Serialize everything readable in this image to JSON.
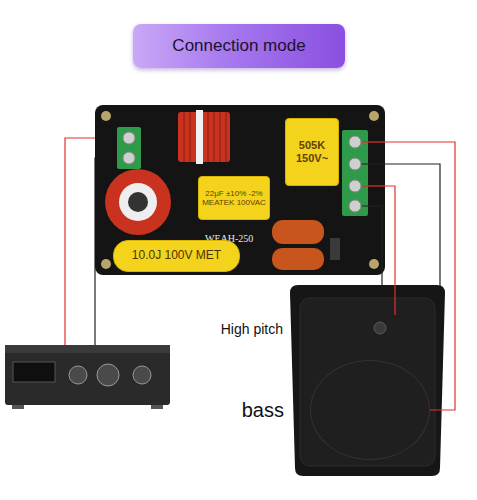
{
  "diagram": {
    "title": "Connection mode",
    "nodes": [
      {
        "text": [
          "WEAH-250"
        ]
      },
      {
        "text": [
          "505K 150V~"
        ],
        "in": 0
      },
      {
        "text": [
          "22μF ±10% -2% MEATEK 100VAC"
        ],
        "in": 0
      },
      {
        "text": [
          "10.0J 100V MET"
        ],
        "in": 0
      },
      {
        "text": [
          "High pitch"
        ]
      },
      {
        "text": [
          "bass"
        ]
      }
    ],
    "edges": [
      {
        "from": 0,
        "to": 4,
        "arrow": "none"
      },
      {
        "from": 0,
        "to": 5,
        "arrow": "none"
      }
    ]
  }
}
